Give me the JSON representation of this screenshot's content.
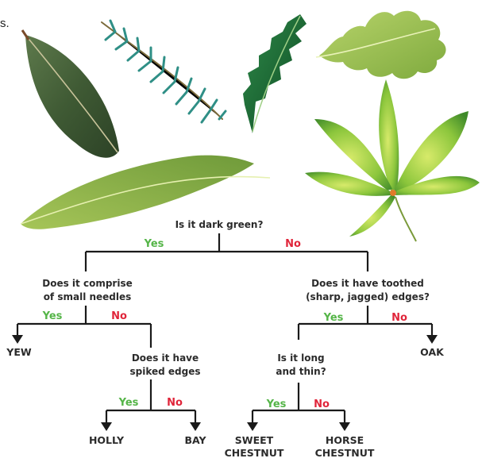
{
  "corner_text": "s.",
  "leaves": [
    {
      "name": "bay-leaf-picture"
    },
    {
      "name": "yew-sprig-picture"
    },
    {
      "name": "holly-leaf-picture"
    },
    {
      "name": "oak-leaf-picture"
    },
    {
      "name": "horse-chestnut-leaf-picture"
    },
    {
      "name": "sweet-chestnut-leaf-picture"
    }
  ],
  "key": {
    "q_dark_green": "Is it dark green?",
    "q_needles": [
      "Does it comprise",
      "of small needles"
    ],
    "q_toothed": [
      "Does it have toothed",
      "(sharp, jagged) edges?"
    ],
    "q_spiked": [
      "Does it have",
      "spiked edges"
    ],
    "q_long_thin": [
      "Is it long",
      "and thin?"
    ],
    "yes": "Yes",
    "no": "No",
    "answers": {
      "yew": "YEW",
      "oak": "OAK",
      "holly": "HOLLY",
      "bay": "BAY",
      "sweet_chestnut": [
        "SWEET",
        "CHESTNUT"
      ],
      "horse_chestnut": [
        "HORSE",
        "CHESTNUT"
      ]
    }
  },
  "colors": {
    "yes": "#55b548",
    "no": "#e0253a",
    "lines": "#1a1a1a"
  }
}
